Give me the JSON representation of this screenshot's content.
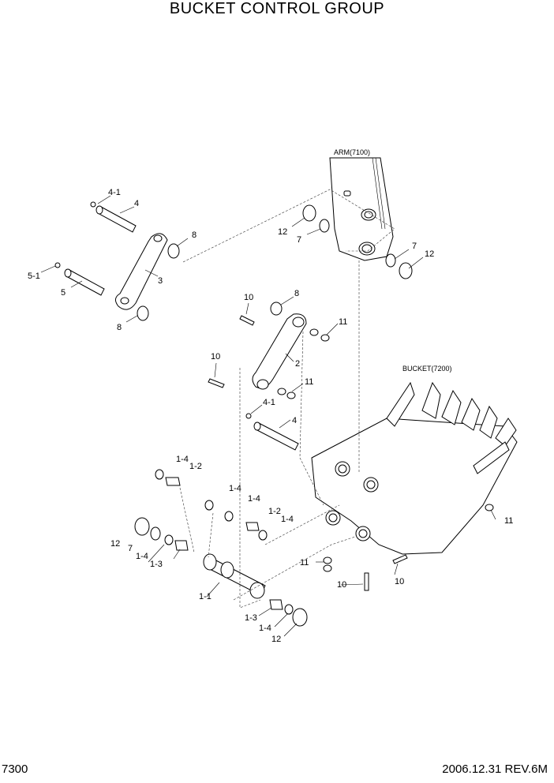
{
  "title": "BUCKET CONTROL GROUP",
  "footer": {
    "page_number": "7300",
    "date_revision": "2006.12.31  REV.6M"
  },
  "references": {
    "arm": "ARM(7100)",
    "bucket": "BUCKET(7200)"
  },
  "callouts": [
    "4-1",
    "4",
    "8",
    "12",
    "7",
    "7",
    "12",
    "5-1",
    "5",
    "3",
    "8",
    "10",
    "8",
    "11",
    "2",
    "10",
    "11",
    "4-1",
    "4",
    "1-4",
    "1-2",
    "1-4",
    "1-4",
    "1-2",
    "1-4",
    "12",
    "7",
    "1-4",
    "1-3",
    "1-1",
    "11",
    "10",
    "10",
    "11",
    "1-3",
    "1-4",
    "12"
  ]
}
